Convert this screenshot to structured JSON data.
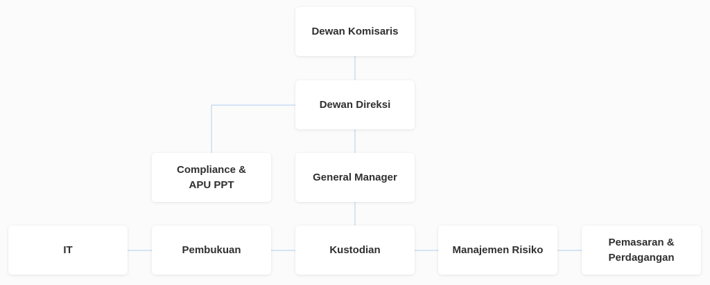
{
  "org_chart": {
    "nodes": {
      "dewan_komisaris": "Dewan Komisaris",
      "dewan_direksi": "Dewan Direksi",
      "compliance": "Compliance &\nAPU PPT",
      "general_manager": "General Manager",
      "it": "IT",
      "pembukuan": "Pembukuan",
      "kustodian": "Kustodian",
      "manajemen_risiko": "Manajemen Risiko",
      "pemasaran": "Pemasaran &\nPerdagangan"
    },
    "connector_color": "#c8dcf4",
    "card_background": "#ffffff",
    "text_color": "#2f2f2f"
  }
}
